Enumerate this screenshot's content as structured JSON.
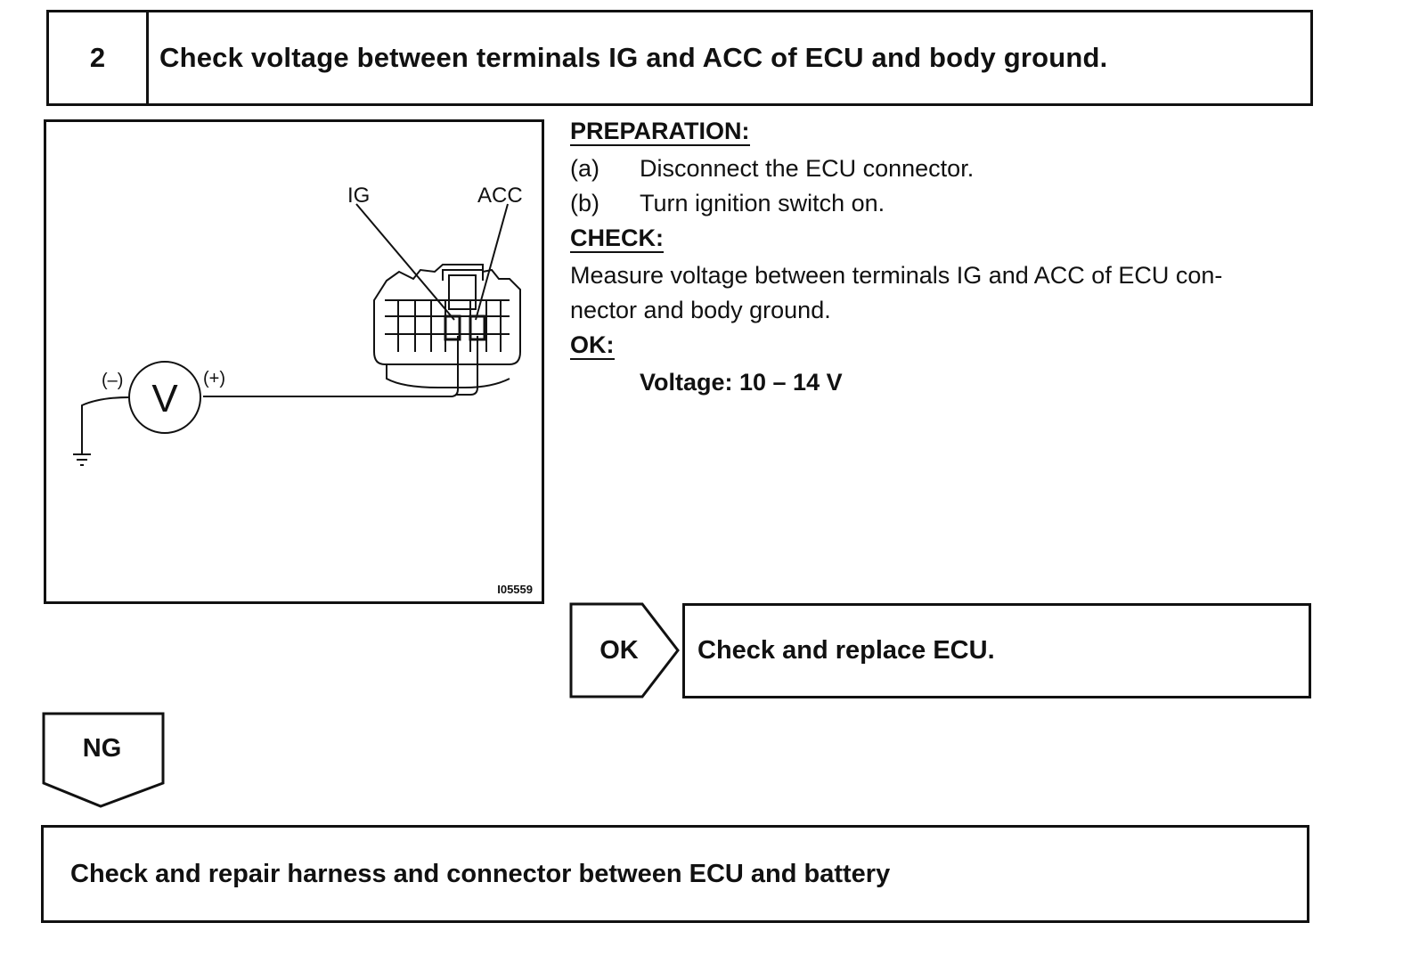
{
  "step": {
    "number": "2",
    "title": "Check voltage between terminals IG and ACC of ECU and body ground."
  },
  "diagram": {
    "labels": {
      "ig": "IG",
      "acc": "ACC",
      "negative": "(–)",
      "positive": "(+)",
      "voltmeter": "V"
    },
    "figure_id": "I05559"
  },
  "preparation": {
    "heading": "PREPARATION:",
    "steps": [
      {
        "letter": "(a)",
        "text": "Disconnect the ECU connector."
      },
      {
        "letter": "(b)",
        "text": "Turn ignition switch on."
      }
    ]
  },
  "check": {
    "heading": "CHECK:",
    "lines": [
      "Measure voltage between terminals IG and ACC of ECU con-",
      "nector and body ground."
    ]
  },
  "ok_spec": {
    "heading": "OK:",
    "value": "Voltage: 10 – 14 V"
  },
  "ok_branch": {
    "label": "OK",
    "result": "Check and replace ECU."
  },
  "ng_branch": {
    "label": "NG",
    "result": "Check and repair harness and connector between ECU and battery"
  }
}
